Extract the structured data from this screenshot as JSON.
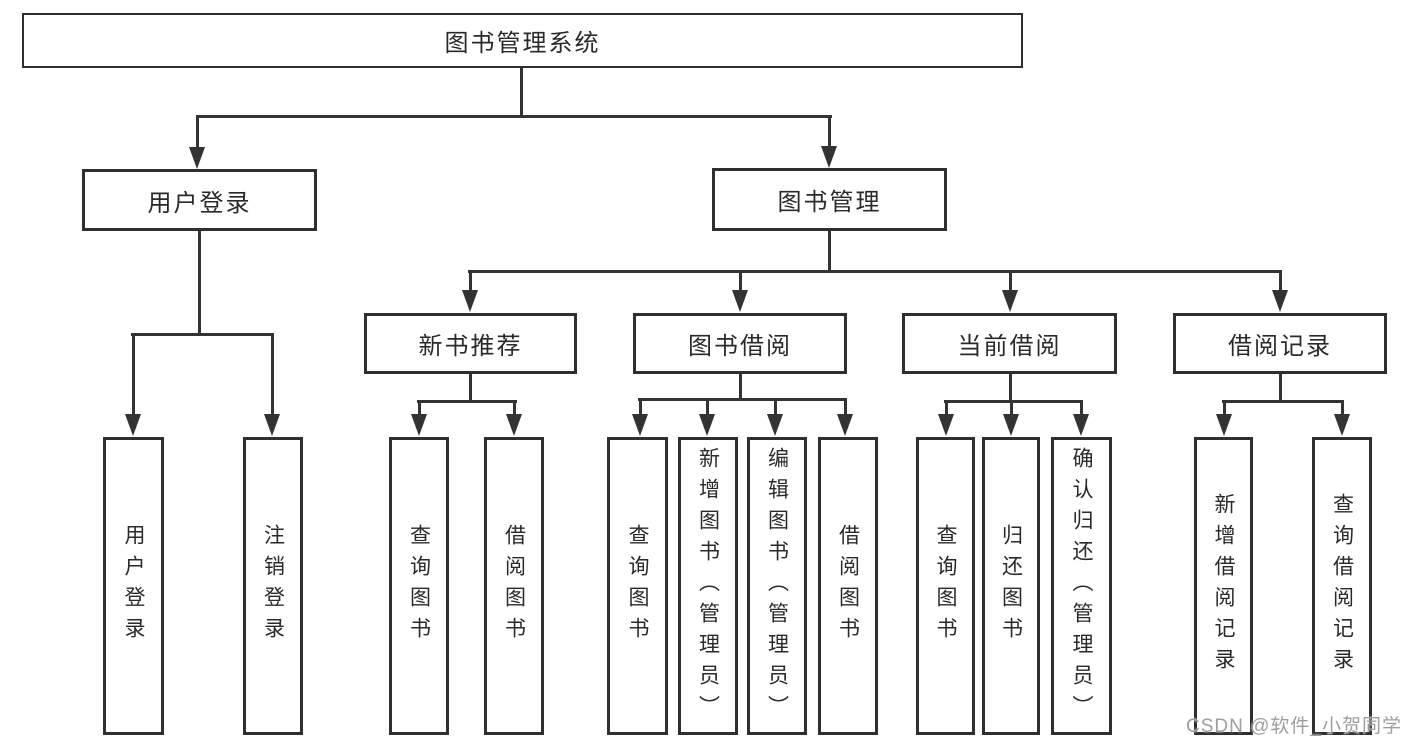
{
  "colors": {
    "background": "#ffffff",
    "line": "#333333",
    "box_border": "#2f2f2f",
    "text": "#2a2a2a",
    "watermark": "#9e9e9e"
  },
  "tree": {
    "root": {
      "label": "图书管理系统",
      "children": [
        {
          "label": "用户登录",
          "children": [
            {
              "label": "用户登录"
            },
            {
              "label": "注销登录"
            }
          ]
        },
        {
          "label": "图书管理",
          "children": [
            {
              "label": "新书推荐",
              "children": [
                {
                  "label": "查询图书"
                },
                {
                  "label": "借阅图书"
                }
              ]
            },
            {
              "label": "图书借阅",
              "children": [
                {
                  "label": "查询图书"
                },
                {
                  "label": "新增图书（管理员）"
                },
                {
                  "label": "编辑图书（管理员）"
                },
                {
                  "label": "借阅图书"
                }
              ]
            },
            {
              "label": "当前借阅",
              "children": [
                {
                  "label": "查询图书"
                },
                {
                  "label": "归还图书"
                },
                {
                  "label": "确认归还（管理员）"
                }
              ]
            },
            {
              "label": "借阅记录",
              "children": [
                {
                  "label": "新增借阅记录"
                },
                {
                  "label": "查询借阅记录"
                }
              ]
            }
          ]
        }
      ]
    }
  },
  "watermark": {
    "text": "CSDN @软件_小贺同学"
  }
}
